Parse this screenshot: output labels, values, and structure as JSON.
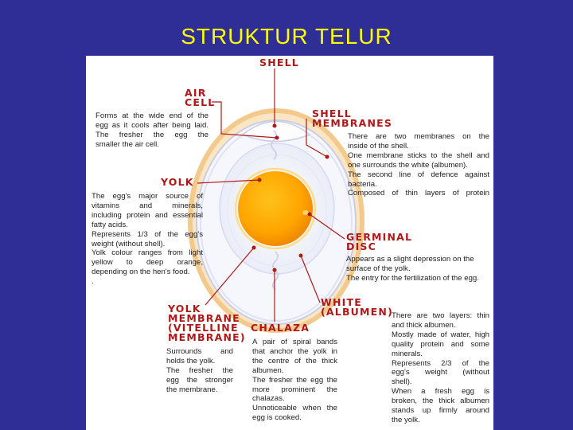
{
  "title": "STRUKTUR TELUR",
  "colors": {
    "background": "#2e2e96",
    "title": "#ffff00",
    "label": "#b01818",
    "leader_line": "#b01818",
    "yolk": "#ffa400",
    "white": "#f4f5fb",
    "shell": "#f3c98e"
  },
  "parts": {
    "shell": {
      "label": "SHELL"
    },
    "air_cell": {
      "label_lines": [
        "AIR",
        "CELL"
      ],
      "desc_lines": [
        "Forms at the wide end of the",
        "egg as it cools after being laid.",
        "The fresher the egg the",
        "smaller the air cell."
      ]
    },
    "shell_membranes": {
      "label_lines": [
        "SHELL",
        "MEMBRANES"
      ],
      "desc_lines": [
        "There are two membranes on the",
        "inside of the shell.",
        "One membrane sticks to the shell and",
        "one surrounds the white (albumen).",
        "The second line of defence against",
        "bacteria.",
        "Composed of thin layers of protein"
      ]
    },
    "yolk": {
      "label": "YOLK",
      "desc_lines": [
        "The egg's major source of",
        "vitamins and minerals,",
        "including protein and essential",
        "fatty acids.",
        "Represents 1/3 of the egg's",
        "weight (without shell).",
        "Yolk colour ranges from light",
        "yellow to deep orange,",
        "depending on the hen's food.",
        "."
      ]
    },
    "germinal_disc": {
      "label_lines": [
        "GERMINAL",
        "DISC"
      ],
      "desc_lines": [
        "Appears as a slight depression on the",
        "surface of the yolk.",
        "The entry for the fertilization of the egg."
      ]
    },
    "yolk_membrane": {
      "label_lines": [
        "YOLK",
        "MEMBRANE",
        "(VITELLINE",
        "MEMBRANE)"
      ],
      "desc_lines": [
        "Surrounds and",
        "holds the yolk.",
        "The fresher the",
        "egg the stronger",
        "the membrane."
      ]
    },
    "chalaza": {
      "label": "CHALAZA",
      "desc_lines": [
        "A pair of spiral bands",
        "that anchor the yolk in",
        "the centre of the thick",
        "albumen.",
        "The fresher the egg the",
        "more prominent the",
        "chalazas.",
        "Unnoticeable when the",
        "egg is cooked."
      ]
    },
    "white": {
      "label_lines": [
        "WHITE",
        "(ALBUMEN)"
      ],
      "desc_lines": [
        "There are two layers: thin",
        "and thick albumen.",
        "Mostly made of water, high",
        "quality protein and some",
        "minerals.",
        "Represents 2/3 of the",
        "egg's weight (without",
        "shell).",
        "When a fresh egg is",
        "broken, the thick albumen",
        "stands up firmly around",
        "the yolk."
      ]
    }
  }
}
